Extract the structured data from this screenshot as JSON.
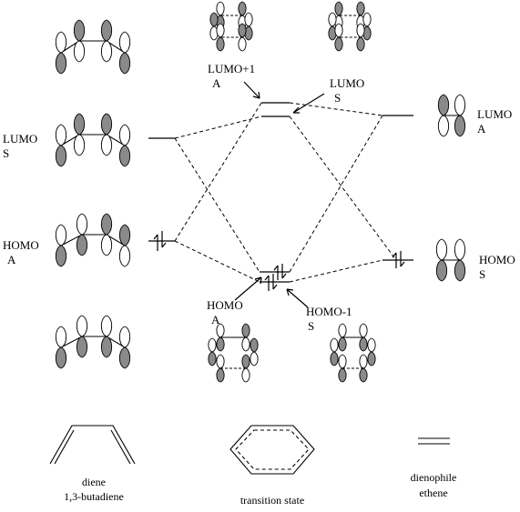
{
  "levels": {
    "diene_lumo": {
      "label": "LUMO",
      "symmetry": "S"
    },
    "diene_homo": {
      "label": "HOMO",
      "symmetry": "A"
    },
    "ts_lumo_plus1": {
      "label": "LUMO+1",
      "symmetry": "A"
    },
    "ts_lumo": {
      "label": "LUMO",
      "symmetry": "S"
    },
    "ts_homo": {
      "label": "HOMO",
      "symmetry": "A"
    },
    "ts_homo_minus1": {
      "label": "HOMO-1",
      "symmetry": "S"
    },
    "dienophile_lumo": {
      "label": "LUMO",
      "symmetry": "A"
    },
    "dienophile_homo": {
      "label": "HOMO",
      "symmetry": "S"
    }
  },
  "captions": {
    "diene_line1": "diene",
    "diene_line2": "1,3-butadiene",
    "transition_state": "transition state",
    "dienophile_line1": "dienophile",
    "dienophile_line2": "ethene"
  }
}
